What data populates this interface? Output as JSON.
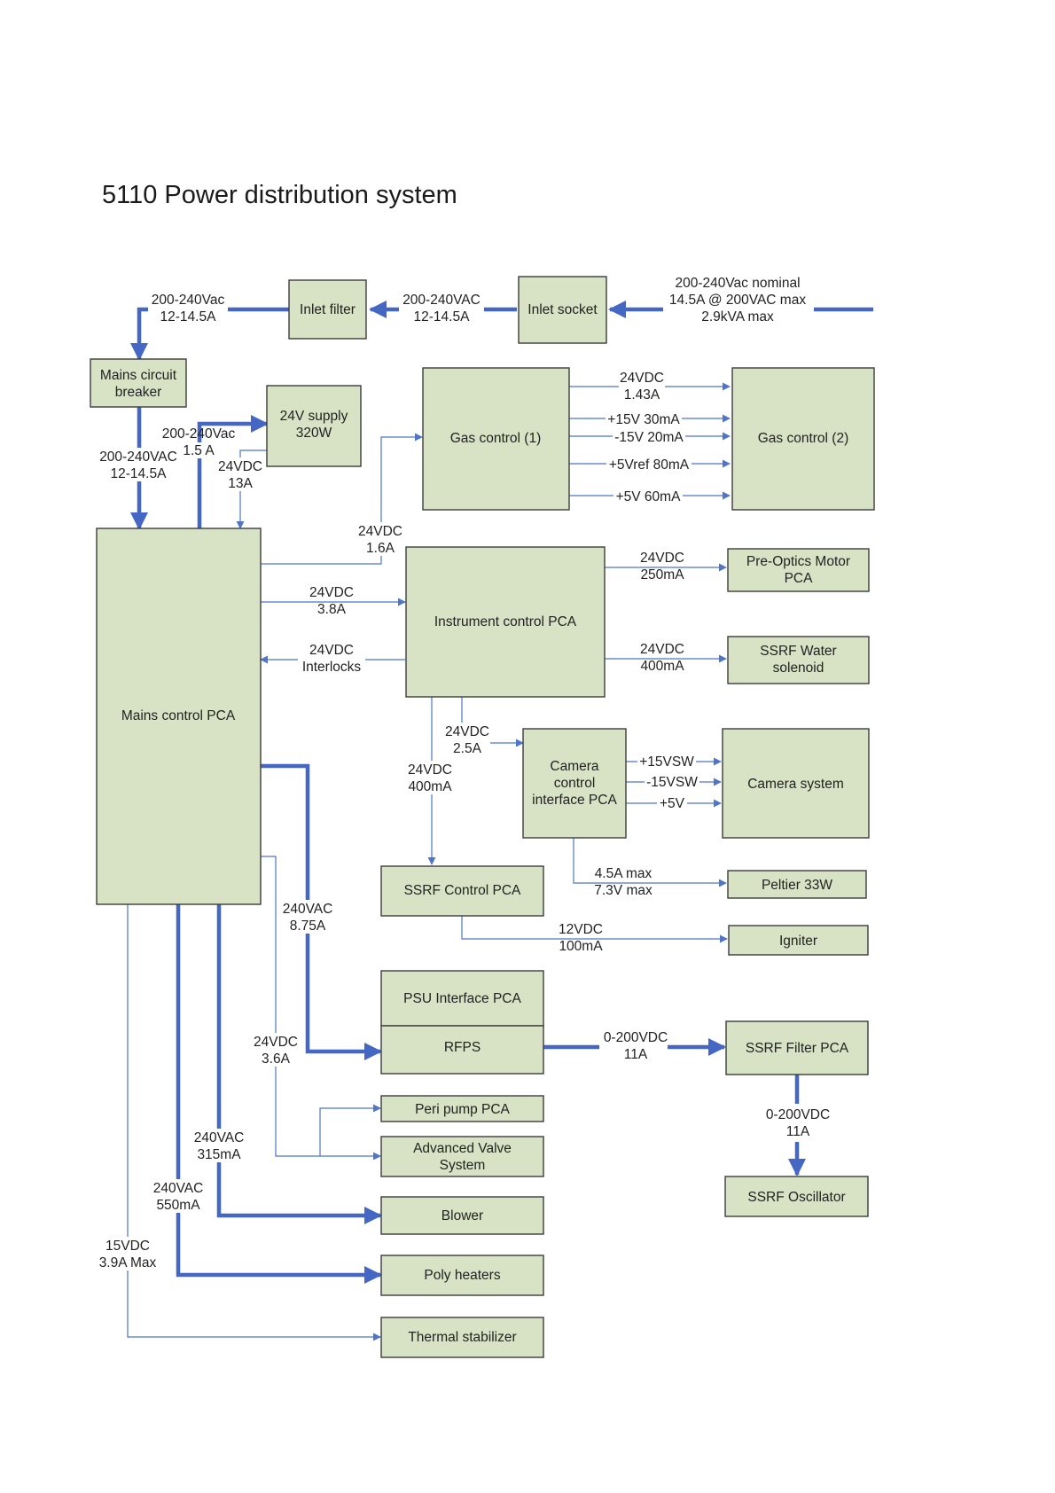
{
  "title": "5110 Power distribution system",
  "colors": {
    "box_fill": "#d7e3c4",
    "box_stroke": "#3c3c3c",
    "line": "#4e75c6",
    "line_thick": "#4467c4"
  },
  "nodes": {
    "inlet_filter": [
      "Inlet filter"
    ],
    "inlet_socket": [
      "Inlet socket"
    ],
    "mains_breaker": [
      "Mains circuit",
      "breaker"
    ],
    "supply_24v": [
      "24V supply",
      "320W"
    ],
    "gas_control_1": [
      "Gas control (1)"
    ],
    "gas_control_2": [
      "Gas control (2)"
    ],
    "mains_control": [
      "Mains control PCA"
    ],
    "instrument_control": [
      "Instrument control PCA"
    ],
    "pre_optics": [
      "Pre-Optics Motor",
      "PCA"
    ],
    "ssrf_water": [
      "SSRF Water",
      "solenoid"
    ],
    "camera_control": [
      "Camera",
      "control",
      "interface PCA"
    ],
    "camera_system": [
      "Camera system"
    ],
    "peltier": [
      "Peltier 33W"
    ],
    "ssrf_control": [
      "SSRF Control PCA"
    ],
    "igniter": [
      "Igniter"
    ],
    "psu_interface": [
      "PSU Interface PCA"
    ],
    "rfps": [
      "RFPS"
    ],
    "ssrf_filter": [
      "SSRF Filter PCA"
    ],
    "ssrf_oscillator": [
      "SSRF Oscillator"
    ],
    "peri_pump": [
      "Peri pump PCA"
    ],
    "advanced_valve": [
      "Advanced Valve",
      "System"
    ],
    "blower": [
      "Blower"
    ],
    "poly_heaters": [
      "Poly heaters"
    ],
    "thermal_stabilizer": [
      "Thermal stabilizer"
    ]
  },
  "labels": {
    "mains_in": [
      "200-240Vac nominal",
      "14.5A @ 200VAC max",
      "2.9kVA max"
    ],
    "socket_to_filter": [
      "200-240VAC",
      "12-14.5A"
    ],
    "filter_to_breaker": [
      "200-240Vac",
      "12-14.5A"
    ],
    "breaker_to_mains": [
      "200-240VAC",
      "12-14.5A"
    ],
    "mains_to_supply": [
      "200-240Vac",
      "1.5 A"
    ],
    "supply_to_mains": [
      "24VDC",
      "13A"
    ],
    "gas1_to_gas2": [
      "24VDC",
      "1.43A"
    ],
    "gas_15v": [
      "+15V 30mA"
    ],
    "gas_neg15v": [
      "-15V 20mA"
    ],
    "gas_5vref": [
      "+5Vref 80mA"
    ],
    "gas_5v": [
      "+5V 60mA"
    ],
    "mains_to_gas1": [
      "24VDC",
      "1.6A"
    ],
    "mains_to_instrument": [
      "24VDC",
      "3.8A"
    ],
    "instrument_interlocks": [
      "24VDC",
      "Interlocks"
    ],
    "instrument_to_preoptics": [
      "24VDC",
      "250mA"
    ],
    "instrument_to_water": [
      "24VDC",
      "400mA"
    ],
    "instrument_to_camera": [
      "24VDC",
      "2.5A"
    ],
    "instrument_to_ssrf": [
      "24VDC",
      "400mA"
    ],
    "camera_15vsw": [
      "+15VSW"
    ],
    "camera_neg15vsw": [
      "-15VSW"
    ],
    "camera_5v": [
      "+5V"
    ],
    "camera_to_peltier": [
      "4.5A max",
      "7.3V max"
    ],
    "ssrf_to_igniter": [
      "12VDC",
      "100mA"
    ],
    "mains_to_rfps": [
      "240VAC",
      "8.75A"
    ],
    "rfps_to_filter": [
      "0-200VDC",
      "11A"
    ],
    "filter_to_oscillator": [
      "0-200VDC",
      "11A"
    ],
    "mains_to_pumps": [
      "24VDC",
      "3.6A"
    ],
    "mains_to_blower": [
      "240VAC",
      "315mA"
    ],
    "mains_to_heaters": [
      "240VAC",
      "550mA"
    ],
    "mains_to_thermal": [
      "15VDC",
      "3.9A Max"
    ]
  }
}
